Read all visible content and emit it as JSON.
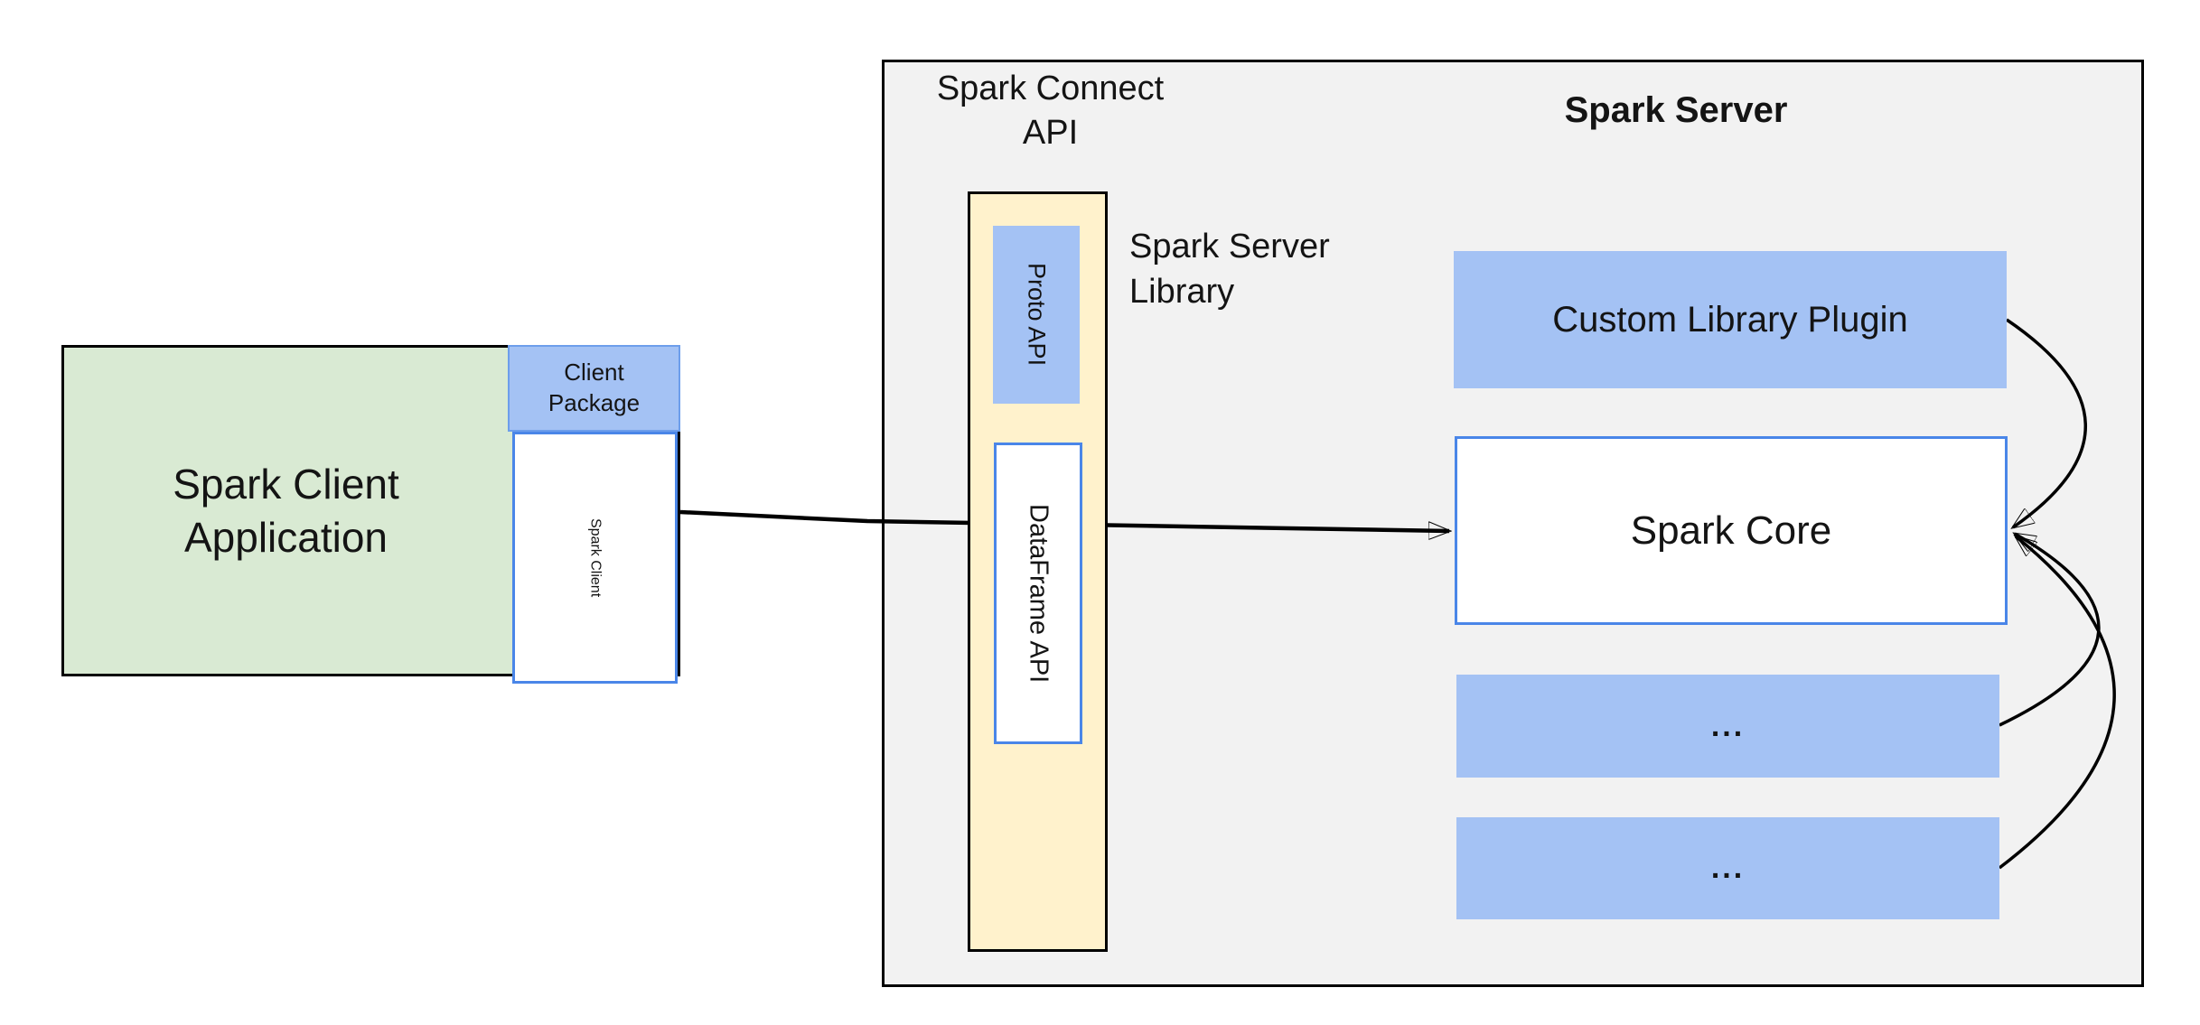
{
  "colors": {
    "green_fill": "#d9ead3",
    "blue_fill": "#a4c2f4",
    "blue_border": "#4a86e8",
    "blue_border_light": "#6d9eeb",
    "yellow_fill": "#fff2cc",
    "gray_fill": "#f2f2f2",
    "black": "#000000",
    "text": "#141414"
  },
  "diagram": {
    "client_app": {
      "line1": "Spark Client",
      "line2": "Application"
    },
    "client_package": {
      "line1": "Client",
      "line2": "Package"
    },
    "spark_client": "Spark Client",
    "connect_api_label": {
      "line1": "Spark Connect",
      "line2": "API"
    },
    "proto_api": "Proto API",
    "dataframe_api": "DataFrame API",
    "server_library_label": {
      "line1": "Spark Server",
      "line2": "Library"
    },
    "server_title": "Spark Server",
    "custom_library_plugin": "Custom Library Plugin",
    "spark_core": "Spark Core",
    "ellipsis_box_1": "...",
    "ellipsis_box_2": "..."
  }
}
